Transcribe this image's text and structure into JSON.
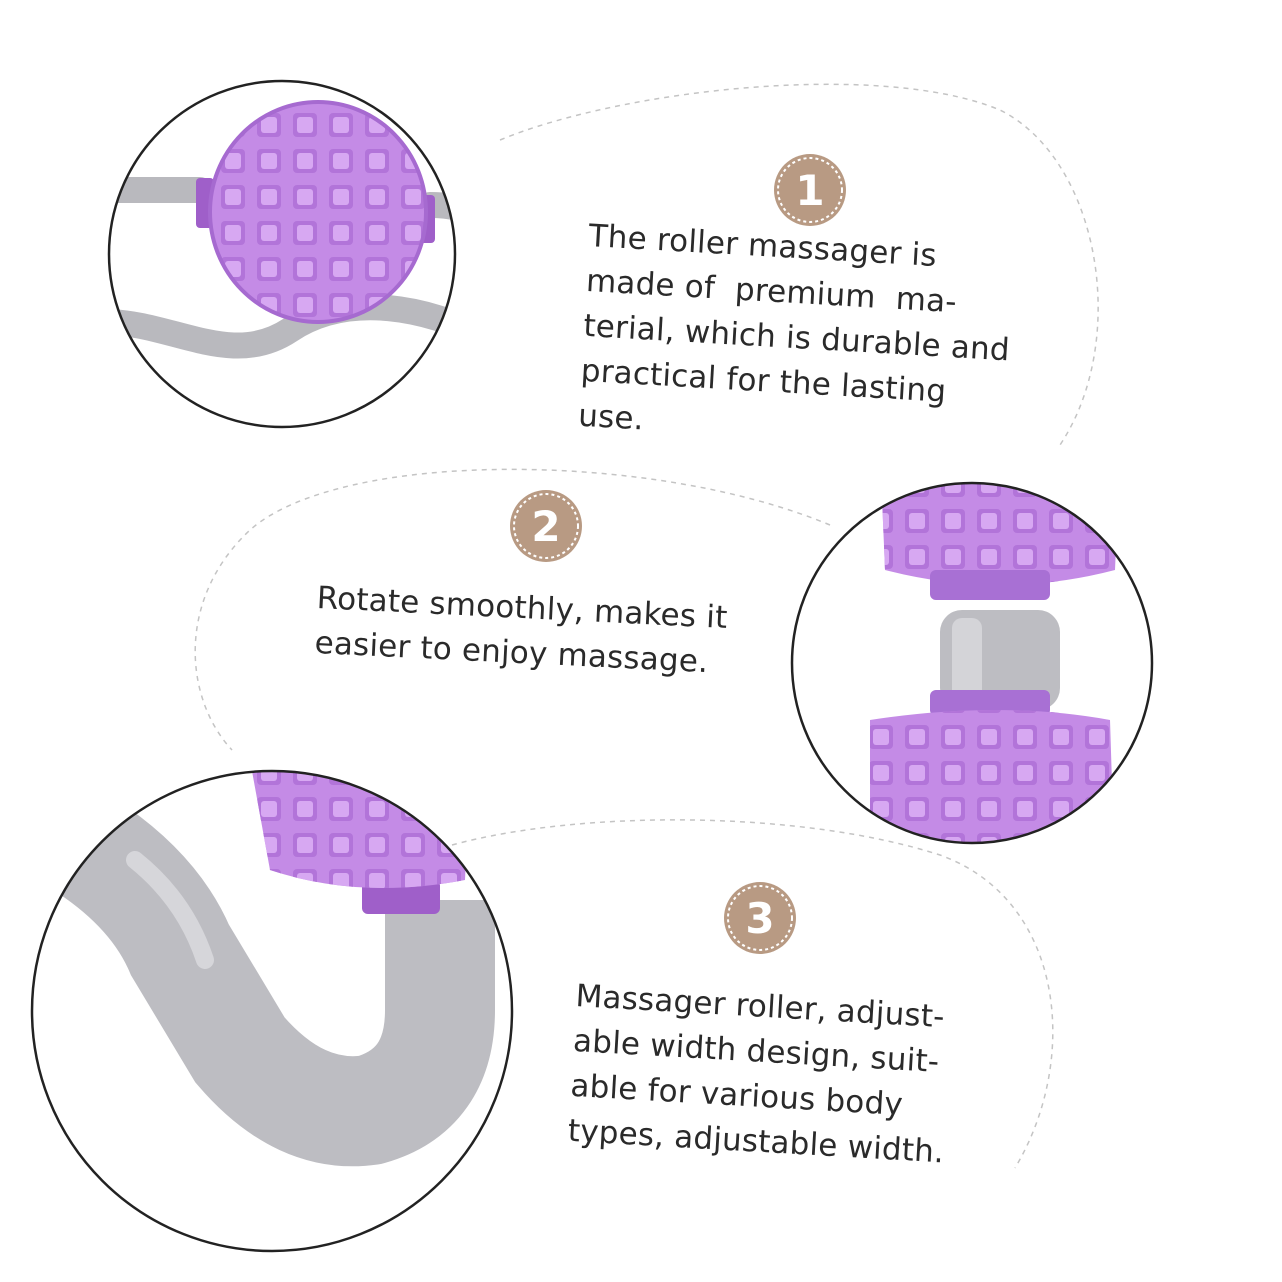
{
  "colors": {
    "badge": "#b89a83",
    "purple": "#c48be6",
    "purple_dark": "#9f5fc9",
    "grey": "#b7b7bc",
    "grey_light": "#d2d2d6",
    "outline": "#222222",
    "dash": "#bdbdbd"
  },
  "features": [
    {
      "number": "1",
      "lines": [
        "The roller massager is",
        "made of  premium  ma-",
        "terial, which is durable and",
        "practical for the lasting",
        "use."
      ]
    },
    {
      "number": "2",
      "lines": [
        "Rotate smoothly, makes it",
        "easier to enjoy massage."
      ]
    },
    {
      "number": "3",
      "lines": [
        "Massager roller, adjust-",
        "able width design, suit-",
        "able for various body",
        "types, adjustable width."
      ]
    }
  ]
}
